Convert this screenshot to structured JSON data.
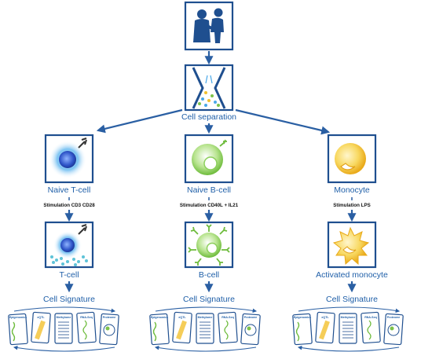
{
  "top": {
    "separation_label": "Cell separation"
  },
  "branches": [
    {
      "cell_label": "Naive T-cell",
      "stimulation": "Stimulation CD3 CD28",
      "result_label": "T-cell",
      "signature_label": "Cell Signature"
    },
    {
      "cell_label": "Naive B-cell",
      "stimulation": "Stimulation CD40L + IL21",
      "result_label": "B-cell",
      "signature_label": "Cell Signature"
    },
    {
      "cell_label": "Monocyte",
      "stimulation": "Stimulation LPS",
      "result_label": "Activated monocyte",
      "signature_label": "Cell Signature"
    }
  ],
  "signature_cards": [
    "Epigenomics",
    "eQTL",
    "Methylome",
    "RNA-Seq",
    "Proteome"
  ],
  "colors": {
    "frame": "#1f4f8f",
    "label_blue": "#1f5fa8",
    "tcell_blue": "#4aa8e8",
    "bcell_green": "#7cc24a",
    "monocyte_yellow": "#f2c12e"
  }
}
